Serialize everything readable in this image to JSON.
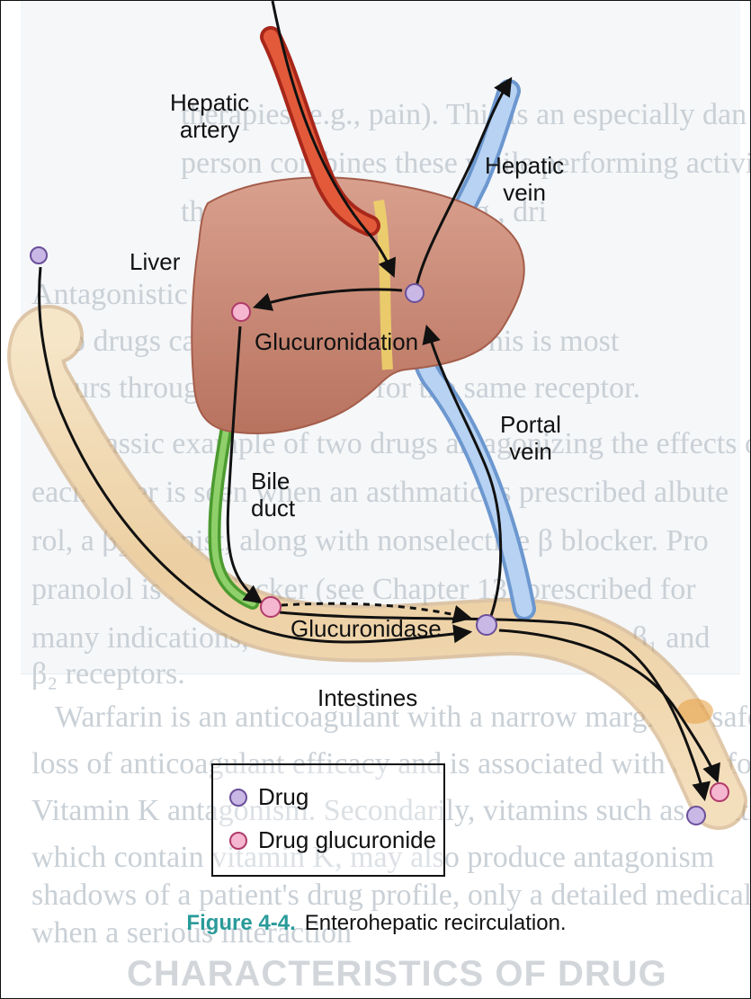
{
  "labels": {
    "hepatic_artery": "Hepatic\nartery",
    "hepatic_vein": "Hepatic\nvein",
    "liver": "Liver",
    "glucuronidation": "Glucuronidation",
    "portal_vein": "Portal\nvein",
    "bile_duct": "Bile\nduct",
    "glucuronidase": "Glucuronidase",
    "intestines": "Intestines"
  },
  "legend": {
    "drug": "Drug",
    "drug_glucuronide": "Drug glucuronide"
  },
  "caption": {
    "figure": "Figure 4-4.",
    "text": "Enterohepatic recirculation."
  },
  "colors": {
    "drug": "#c9b8e6",
    "drug_glucuronide": "#f5b6cf",
    "liver": "#c98a78",
    "hepatic_artery": "#d94b2b",
    "hepatic_vein": "#9cc0ea",
    "bile_duct": "#6fbf4a",
    "intestine": "#efd8b2",
    "caption_accent": "#2a9a9a"
  },
  "background_text": {
    "lines": [
      "therapies (e.g., pain). This is an especially dan",
      "person combines these while performing activitie",
      "that require attention (e.g., dri",
      "Antagonistic Effe",
      "Two drugs can oppose one another. This is most",
      "occurs through competition for the same receptor.",
      "A classic example of two drugs antagonizing the effects o",
      "each other is seen when an asthmatic is prescribed albute",
      "rol, a β₂ agonist, along with nonselective β blocker. Pro",
      "pranolol is a β-blocker (see Chapter 13) prescribed for",
      "many indications, which is an antagonist of both β₁ and",
      "β₂ receptors.",
      "Warfarin is an anticoagulant with a narrow margin of safety",
      "loss of anticoagulant efficacy and is associated with clot formation,",
      "Vitamin K antagonism. Secondarily, vitamins such as multi-",
      "which contain vitamin K, may also produce antagonism",
      "shadows of a patient's drug profile, only a detailed medical",
      "when a serious interaction"
    ],
    "heading": "CHARACTERISTICS OF DRUG INTERACTIONS"
  }
}
